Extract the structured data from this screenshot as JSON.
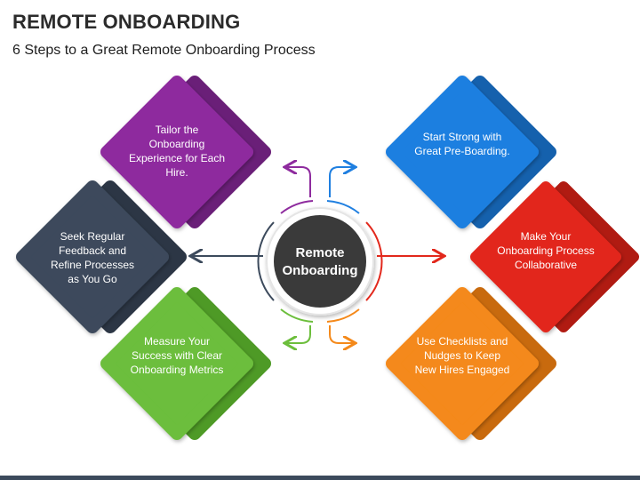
{
  "header": {
    "title": "REMOTE ONBOARDING",
    "subtitle": "6 Steps to a Great Remote Onboarding Process"
  },
  "center": {
    "label_line1": "Remote",
    "label_line2": "Onboarding",
    "color": "#3a3a3a"
  },
  "steps": [
    {
      "text": "Tailor the Onboarding Experience for Each Hire.",
      "color": "#8e2b9e"
    },
    {
      "text": "Start Strong with Great Pre-Boarding.",
      "color": "#1f7fe0"
    },
    {
      "text": "Seek Regular Feedback and Refine Processes as You Go",
      "color": "#3c4a5c"
    },
    {
      "text": "Make Your Onboarding Process Collaborative",
      "color": "#e2281c"
    },
    {
      "text": "Measure Your Success with Clear Onboarding Metrics",
      "color": "#6cbe3c"
    },
    {
      "text": "Use Checklists and Nudges to Keep New Hires Engaged",
      "color": "#f4891a"
    }
  ]
}
